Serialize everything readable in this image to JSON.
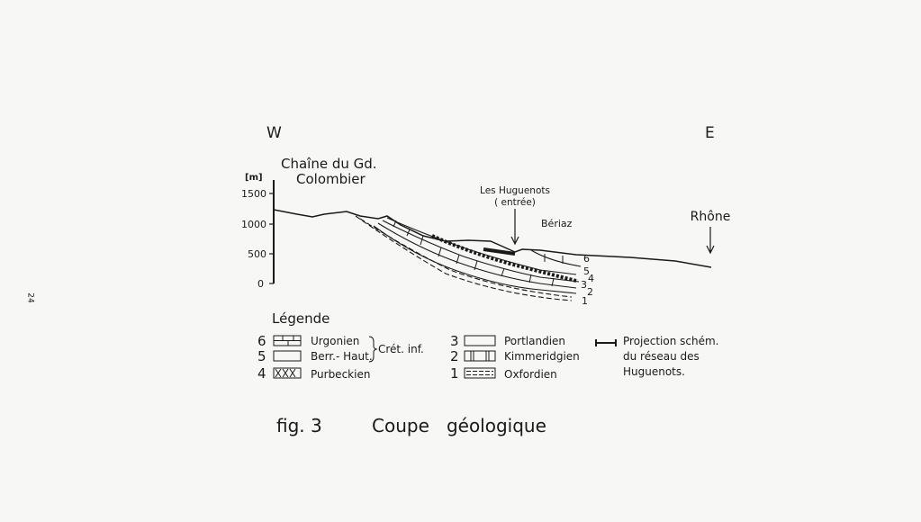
{
  "page_number": "24",
  "section": {
    "west_label": "W",
    "east_label": "E",
    "mountain_label_line1": "Chaîne du Gd.",
    "mountain_label_line2": "Colombier",
    "y_axis_unit": "[m]",
    "y_axis_ticks": [
      "1500",
      "1000",
      "500",
      "0"
    ],
    "cave_label_line1": "Les Huguenots",
    "cave_label_line2": "( entrée)",
    "village_label": "Bériaz",
    "river_label": "Rhône",
    "layer_numbers": [
      "6",
      "5",
      "4",
      "3",
      "2",
      "1"
    ]
  },
  "legend": {
    "title": "Légende",
    "items": [
      {
        "num": "6",
        "label": "Urgonien",
        "pattern": "brick"
      },
      {
        "num": "5",
        "label": "Berr.- Haut.",
        "pattern": "blank"
      },
      {
        "num": "4",
        "label": "Purbeckien",
        "pattern": "crosses"
      },
      {
        "num": "3",
        "label": "Portlandien",
        "pattern": "blank"
      },
      {
        "num": "2",
        "label": "Kimmeridgien",
        "pattern": "vertical"
      },
      {
        "num": "1",
        "label": "Oxfordien",
        "pattern": "dashed"
      }
    ],
    "group_label": "Crét. inf.",
    "projection_line1": "Projection schém.",
    "projection_line2": "du réseau des",
    "projection_line3": "Huguenots."
  },
  "caption": {
    "fig": "fig. 3",
    "title": "Coupe   géologique"
  }
}
